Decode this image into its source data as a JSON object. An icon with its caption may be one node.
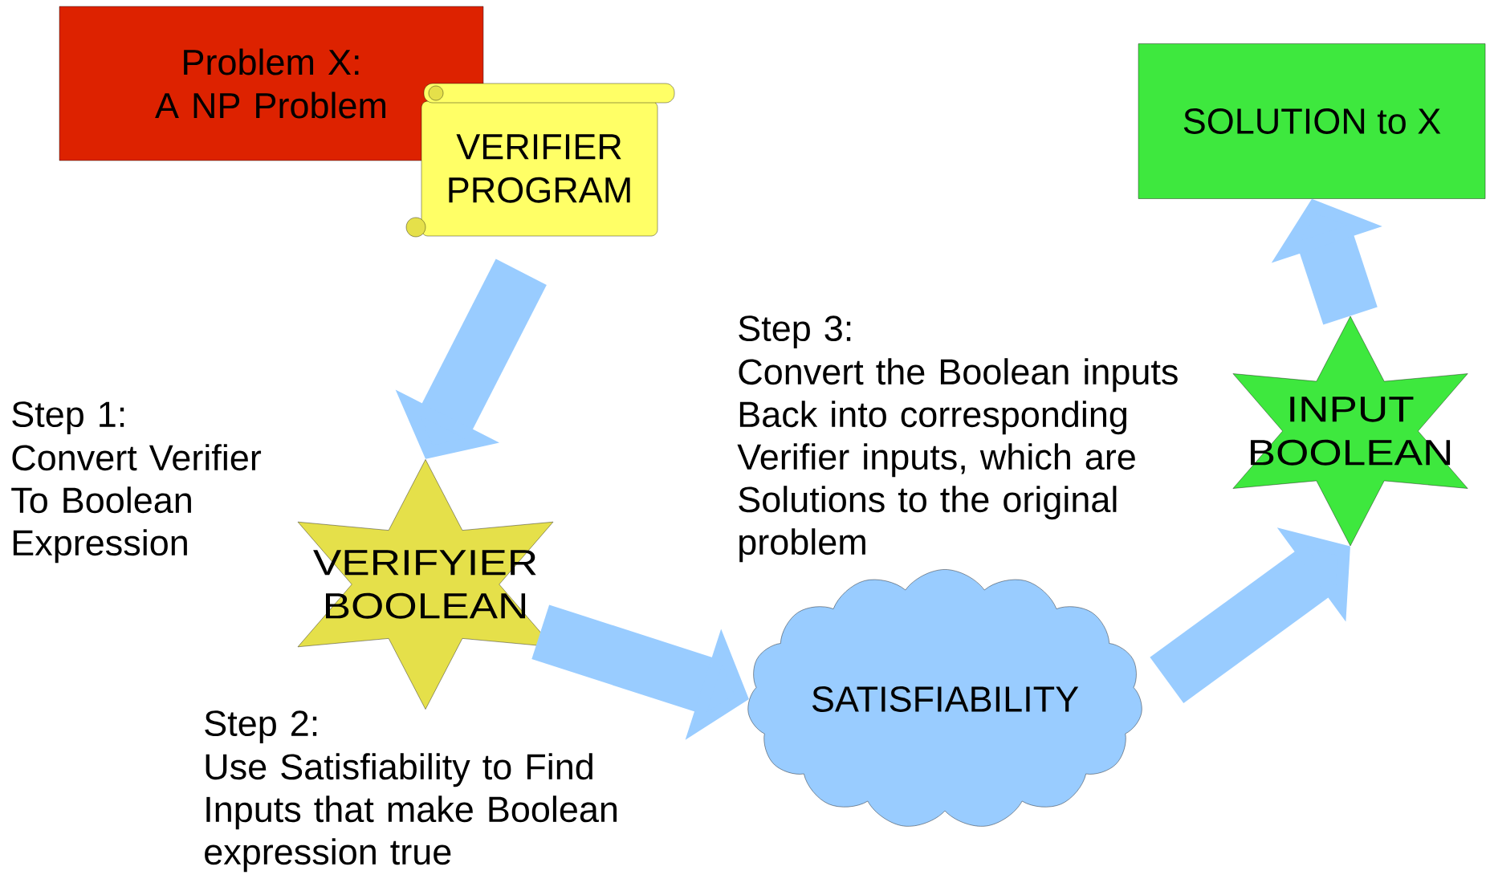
{
  "diagram": {
    "nodes": [
      {
        "text": [
          "Problem X:",
          "A NP Problem"
        ]
      },
      {
        "text": [
          "VERIFIER PROGRAM"
        ]
      },
      {
        "text": [
          "SOLUTION to X"
        ]
      },
      {
        "text": [
          "VERIFYIER BOOLEAN"
        ]
      },
      {
        "text": [
          "SATISFIABILITY"
        ]
      },
      {
        "text": [
          "INPUT BOOLEAN"
        ]
      }
    ],
    "edges": [
      {
        "from": 1,
        "to": 3,
        "arrow": "to"
      },
      {
        "from": 3,
        "to": 4,
        "arrow": "to"
      },
      {
        "from": 4,
        "to": 5,
        "arrow": "to"
      },
      {
        "from": 5,
        "to": 2,
        "arrow": "to"
      }
    ],
    "labels": [
      "Step 1:",
      "Convert Verifier To Boolean Expression",
      "Step 2:",
      "Use Satisfiability to Find Inputs that make Boolean expression true",
      "Step 3:",
      "Convert the Boolean inputs Back into corresponding Verifier inputs, which are Solutions to the original problem"
    ]
  }
}
